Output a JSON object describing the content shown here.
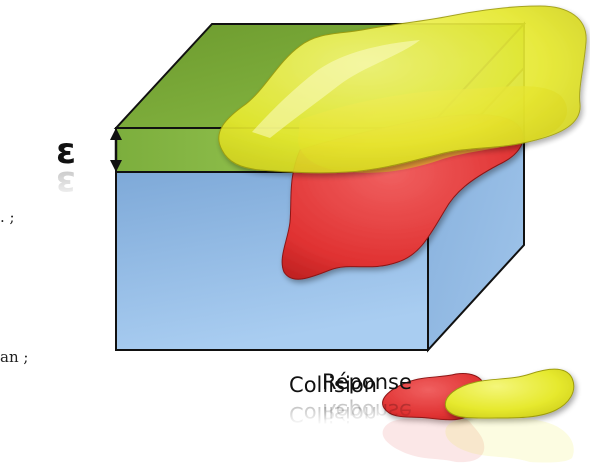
{
  "epsilon_symbol": "ε",
  "fragments": {
    "left_top": ". ;",
    "left_bottom": "an ;"
  },
  "legend": {
    "collision_label": "Collision",
    "reponse_label": "Réponse"
  },
  "colors": {
    "cube_front": "#9ec4ea",
    "cube_side": "#8db5df",
    "cube_top": "#7aa63a",
    "layer_green": "#86b842",
    "collision_red": "#e23b3b",
    "reponse_yellow": "#e8ea2e",
    "outline": "#111111"
  },
  "icons": {
    "collision_shape": "red-blob-icon",
    "reponse_shape": "yellow-blob-icon",
    "thickness_arrow": "double-arrow-icon"
  }
}
